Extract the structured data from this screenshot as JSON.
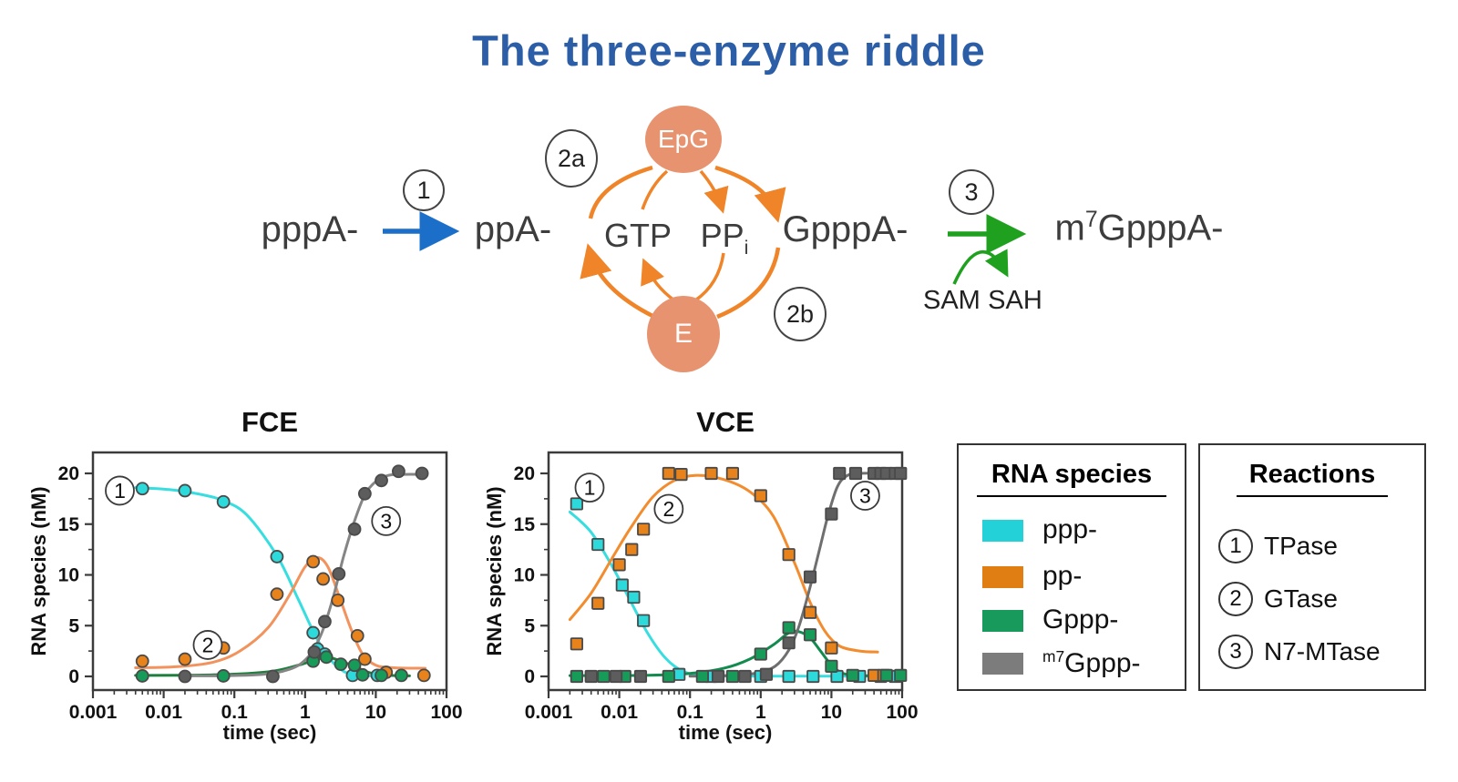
{
  "title": {
    "text": "The three-enzyme riddle"
  },
  "colors": {
    "title": "#2B5EA7",
    "blue_arrow": "#1B6FC9",
    "orange_cycle": "#F08428",
    "node_fill": "#E8936F",
    "green_arrow": "#1FA11F",
    "axis": "#3B3B3B"
  },
  "diagram": {
    "pppA": "pppA-",
    "ppA": "ppA-",
    "gtp": "GTP",
    "ppi": {
      "main": "PP",
      "sub": "i"
    },
    "GpppA": "GpppA-",
    "m7GpppA": {
      "pre": "m",
      "sup": "7",
      "rest": "GpppA-"
    },
    "node_top": "EpG",
    "node_bottom": "E",
    "sam": "SAM",
    "sah": "SAH",
    "step1": "1",
    "step2a": "2a",
    "step2b": "2b",
    "step3": "3"
  },
  "chart_data": [
    {
      "type": "scatter",
      "title": "FCE",
      "xlabel": "time (sec)",
      "ylabel": "RNA species (nM)",
      "x_scale": "log",
      "xlim": [
        0.001,
        100
      ],
      "ylim": [
        0,
        20
      ],
      "x_ticks": [
        0.001,
        0.01,
        0.1,
        1,
        10,
        100
      ],
      "x_tick_labels": [
        "0.001",
        "0.01",
        "0.1",
        "1",
        "10",
        "100"
      ],
      "x_minor_mults": [
        2,
        3,
        4,
        5,
        6,
        7,
        8,
        9
      ],
      "y_ticks": [
        0,
        5,
        10,
        15,
        20
      ],
      "y_minor_ticks": [
        2.5,
        7.5,
        12.5,
        17.5
      ],
      "grid": false,
      "marker": "circle",
      "series": [
        {
          "name": "ppp-",
          "color": "#2CD9DB",
          "line_color": "#38DEDF",
          "points": [
            [
              0.005,
              18.5
            ],
            [
              0.02,
              18.3
            ],
            [
              0.07,
              17.2
            ],
            [
              0.4,
              11.8
            ],
            [
              1.3,
              4.3
            ],
            [
              1.5,
              2.7
            ],
            [
              1.9,
              2.2
            ],
            [
              4.7,
              0.1
            ],
            [
              10.5,
              0.1
            ]
          ],
          "curve": [
            [
              0.004,
              18.6
            ],
            [
              0.012,
              18.4
            ],
            [
              0.035,
              17.9
            ],
            [
              0.07,
              17.3
            ],
            [
              0.15,
              15.9
            ],
            [
              0.4,
              11.9
            ],
            [
              0.8,
              7.6
            ],
            [
              1.4,
              4.0
            ],
            [
              2.2,
              1.8
            ],
            [
              3.5,
              0.5
            ],
            [
              6,
              0.1
            ],
            [
              11,
              0.05
            ]
          ]
        },
        {
          "name": "pp-",
          "color": "#E8821A",
          "line_color": "#F2925C",
          "points": [
            [
              0.005,
              1.5
            ],
            [
              0.02,
              1.7
            ],
            [
              0.07,
              2.8
            ],
            [
              0.4,
              8.1
            ],
            [
              1.3,
              11.3
            ],
            [
              1.8,
              9.6
            ],
            [
              2.9,
              7.5
            ],
            [
              5.5,
              4.0
            ],
            [
              7,
              1.7
            ],
            [
              14,
              0.4
            ],
            [
              48,
              0.1
            ]
          ],
          "curve": [
            [
              0.004,
              0.85
            ],
            [
              0.015,
              0.95
            ],
            [
              0.05,
              1.4
            ],
            [
              0.12,
              2.5
            ],
            [
              0.3,
              4.8
            ],
            [
              0.6,
              8.0
            ],
            [
              1.0,
              10.8
            ],
            [
              1.5,
              11.7
            ],
            [
              2.1,
              10.8
            ],
            [
              3,
              8.0
            ],
            [
              4.5,
              4.6
            ],
            [
              6.5,
              2.2
            ],
            [
              10,
              1.1
            ],
            [
              18,
              0.85
            ],
            [
              50,
              0.8
            ]
          ]
        },
        {
          "name": "Gppp-",
          "color": "#169B58",
          "line_color": "#1E7E3C",
          "points": [
            [
              0.005,
              0.05
            ],
            [
              0.07,
              0.05
            ],
            [
              1.3,
              1.5
            ],
            [
              2,
              1.9
            ],
            [
              3.2,
              1.2
            ],
            [
              5,
              1.1
            ],
            [
              6.5,
              0.15
            ],
            [
              12,
              0.1
            ],
            [
              23,
              0.1
            ]
          ],
          "curve": [
            [
              0.004,
              0.1
            ],
            [
              0.05,
              0.15
            ],
            [
              0.3,
              0.45
            ],
            [
              0.8,
              1.1
            ],
            [
              1.5,
              1.7
            ],
            [
              2.2,
              1.85
            ],
            [
              3.2,
              1.5
            ],
            [
              5,
              1.0
            ],
            [
              7.5,
              0.45
            ],
            [
              12,
              0.15
            ],
            [
              20,
              0.08
            ],
            [
              30,
              0.05
            ]
          ]
        },
        {
          "name": "m7Gppp-",
          "color": "#5D5D5D",
          "line_color": "#858585",
          "points": [
            [
              0.02,
              0
            ],
            [
              0.35,
              0
            ],
            [
              1.35,
              2.4
            ],
            [
              1.9,
              5.4
            ],
            [
              3,
              10.1
            ],
            [
              5,
              14.5
            ],
            [
              7,
              18.0
            ],
            [
              12,
              19.3
            ],
            [
              21,
              20.2
            ],
            [
              45,
              20.0
            ]
          ],
          "curve": [
            [
              0.02,
              0.05
            ],
            [
              0.2,
              0.15
            ],
            [
              0.6,
              0.7
            ],
            [
              1.1,
              1.9
            ],
            [
              1.7,
              4.2
            ],
            [
              2.5,
              7.8
            ],
            [
              3.5,
              11.8
            ],
            [
              5,
              15.3
            ],
            [
              7,
              17.9
            ],
            [
              10,
              19.2
            ],
            [
              15,
              19.8
            ],
            [
              25,
              19.9
            ],
            [
              47,
              19.9
            ]
          ]
        }
      ],
      "annotations": [
        {
          "label": "1",
          "x": 0.0024,
          "y": 18.3
        },
        {
          "label": "2",
          "x": 0.042,
          "y": 3.1
        },
        {
          "label": "3",
          "x": 14,
          "y": 15.3
        }
      ]
    },
    {
      "type": "scatter",
      "title": "VCE",
      "xlabel": "time (sec)",
      "ylabel": "RNA species (nM)",
      "x_scale": "log",
      "xlim": [
        0.001,
        100
      ],
      "ylim": [
        0,
        20
      ],
      "x_ticks": [
        0.001,
        0.01,
        0.1,
        1,
        10,
        100
      ],
      "x_tick_labels": [
        "0.001",
        "0.01",
        "0.1",
        "1",
        "10",
        "100"
      ],
      "x_minor_mults": [
        2,
        3,
        4,
        5,
        6,
        7,
        8,
        9
      ],
      "y_ticks": [
        0,
        5,
        10,
        15,
        20
      ],
      "y_minor_ticks": [
        2.5,
        7.5,
        12.5,
        17.5
      ],
      "grid": false,
      "marker": "square",
      "series": [
        {
          "name": "ppp-",
          "color": "#2CD9DB",
          "line_color": "#38DEDF",
          "points": [
            [
              0.0025,
              17
            ],
            [
              0.005,
              13
            ],
            [
              0.011,
              9
            ],
            [
              0.016,
              7.8
            ],
            [
              0.022,
              5.5
            ],
            [
              0.07,
              0.2
            ],
            [
              0.2,
              0
            ],
            [
              1,
              0
            ],
            [
              2.5,
              0
            ],
            [
              5.5,
              0
            ],
            [
              12,
              0
            ],
            [
              25,
              0
            ],
            [
              50,
              0
            ],
            [
              80,
              0
            ]
          ],
          "curve": [
            [
              0.002,
              16.2
            ],
            [
              0.004,
              14.2
            ],
            [
              0.008,
              10.8
            ],
            [
              0.014,
              7.6
            ],
            [
              0.025,
              4.3
            ],
            [
              0.045,
              1.8
            ],
            [
              0.08,
              0.5
            ],
            [
              0.15,
              0.1
            ],
            [
              0.5,
              0.03
            ],
            [
              5,
              0.02
            ],
            [
              90,
              0.02
            ]
          ]
        },
        {
          "name": "pp-",
          "color": "#E8821A",
          "line_color": "#F28C2E",
          "points": [
            [
              0.0025,
              3.2
            ],
            [
              0.005,
              7.2
            ],
            [
              0.01,
              11
            ],
            [
              0.015,
              12.5
            ],
            [
              0.022,
              14.5
            ],
            [
              0.05,
              20
            ],
            [
              0.075,
              19.9
            ],
            [
              0.2,
              20
            ],
            [
              0.4,
              20
            ],
            [
              1,
              17.8
            ],
            [
              2.5,
              12
            ],
            [
              5,
              6.3
            ],
            [
              10,
              2.8
            ],
            [
              40,
              0.1
            ],
            [
              55,
              0.1
            ]
          ],
          "curve": [
            [
              0.002,
              5.6
            ],
            [
              0.004,
              8.2
            ],
            [
              0.008,
              11.7
            ],
            [
              0.015,
              14.8
            ],
            [
              0.03,
              17.7
            ],
            [
              0.06,
              19.3
            ],
            [
              0.12,
              19.8
            ],
            [
              0.3,
              19.4
            ],
            [
              0.7,
              18.2
            ],
            [
              1.5,
              15.8
            ],
            [
              3,
              11.2
            ],
            [
              5,
              7.3
            ],
            [
              8,
              4.5
            ],
            [
              13,
              3.0
            ],
            [
              25,
              2.5
            ],
            [
              45,
              2.4
            ]
          ]
        },
        {
          "name": "Gppp-",
          "color": "#169B58",
          "line_color": "#138B4F",
          "points": [
            [
              0.0025,
              0
            ],
            [
              0.006,
              0
            ],
            [
              0.012,
              0
            ],
            [
              0.05,
              0
            ],
            [
              0.15,
              0
            ],
            [
              0.4,
              0
            ],
            [
              1,
              2.2
            ],
            [
              2.5,
              4.8
            ],
            [
              5,
              4.1
            ],
            [
              10,
              1.0
            ],
            [
              20,
              0.1
            ],
            [
              60,
              0.1
            ],
            [
              95,
              0.1
            ]
          ],
          "curve": [
            [
              0.002,
              0.08
            ],
            [
              0.02,
              0.1
            ],
            [
              0.1,
              0.3
            ],
            [
              0.3,
              0.8
            ],
            [
              0.7,
              1.7
            ],
            [
              1.5,
              3.1
            ],
            [
              2.5,
              4.3
            ],
            [
              3.5,
              4.4
            ],
            [
              5,
              3.8
            ],
            [
              7,
              2.5
            ],
            [
              10,
              1.1
            ],
            [
              14,
              0.35
            ],
            [
              22,
              0.1
            ],
            [
              50,
              0.05
            ]
          ]
        },
        {
          "name": "m7Gppp-",
          "color": "#5D5D5D",
          "line_color": "#6F6F6F",
          "points": [
            [
              0.004,
              0
            ],
            [
              0.009,
              0
            ],
            [
              0.02,
              0
            ],
            [
              0.25,
              0
            ],
            [
              0.6,
              0
            ],
            [
              1.2,
              0.2
            ],
            [
              2.5,
              3.3
            ],
            [
              5,
              9.8
            ],
            [
              10,
              16
            ],
            [
              13,
              20
            ],
            [
              22,
              20
            ],
            [
              40,
              20
            ],
            [
              50,
              20
            ],
            [
              60,
              20
            ],
            [
              80,
              20
            ],
            [
              95,
              20
            ]
          ],
          "curve": [
            [
              0.1,
              0.02
            ],
            [
              0.4,
              0.1
            ],
            [
              0.9,
              0.35
            ],
            [
              1.6,
              1.0
            ],
            [
              2.5,
              2.6
            ],
            [
              3.5,
              5.0
            ],
            [
              5,
              8.8
            ],
            [
              7,
              12.9
            ],
            [
              9,
              15.9
            ],
            [
              12,
              18.6
            ],
            [
              16,
              19.7
            ],
            [
              25,
              20
            ],
            [
              90,
              20
            ]
          ]
        }
      ],
      "annotations": [
        {
          "label": "1",
          "x": 0.0038,
          "y": 18.6
        },
        {
          "label": "2",
          "x": 0.05,
          "y": 16.5
        },
        {
          "label": "3",
          "x": 30,
          "y": 17.8
        }
      ]
    }
  ],
  "rna_legend": {
    "title": "RNA species",
    "items": [
      {
        "label": "ppp-",
        "sup": "",
        "color": "#22D2D8"
      },
      {
        "label": "pp-",
        "sup": "",
        "color": "#E07E14"
      },
      {
        "label": "Gppp-",
        "sup": "",
        "color": "#189A5C"
      },
      {
        "label": "Gppp-",
        "sup": "m7",
        "color": "#7C7C7C"
      }
    ]
  },
  "reactions_legend": {
    "title": "Reactions",
    "items": [
      {
        "num": "1",
        "label": "TPase"
      },
      {
        "num": "2",
        "label": "GTase"
      },
      {
        "num": "3",
        "label": "N7-MTase"
      }
    ]
  }
}
